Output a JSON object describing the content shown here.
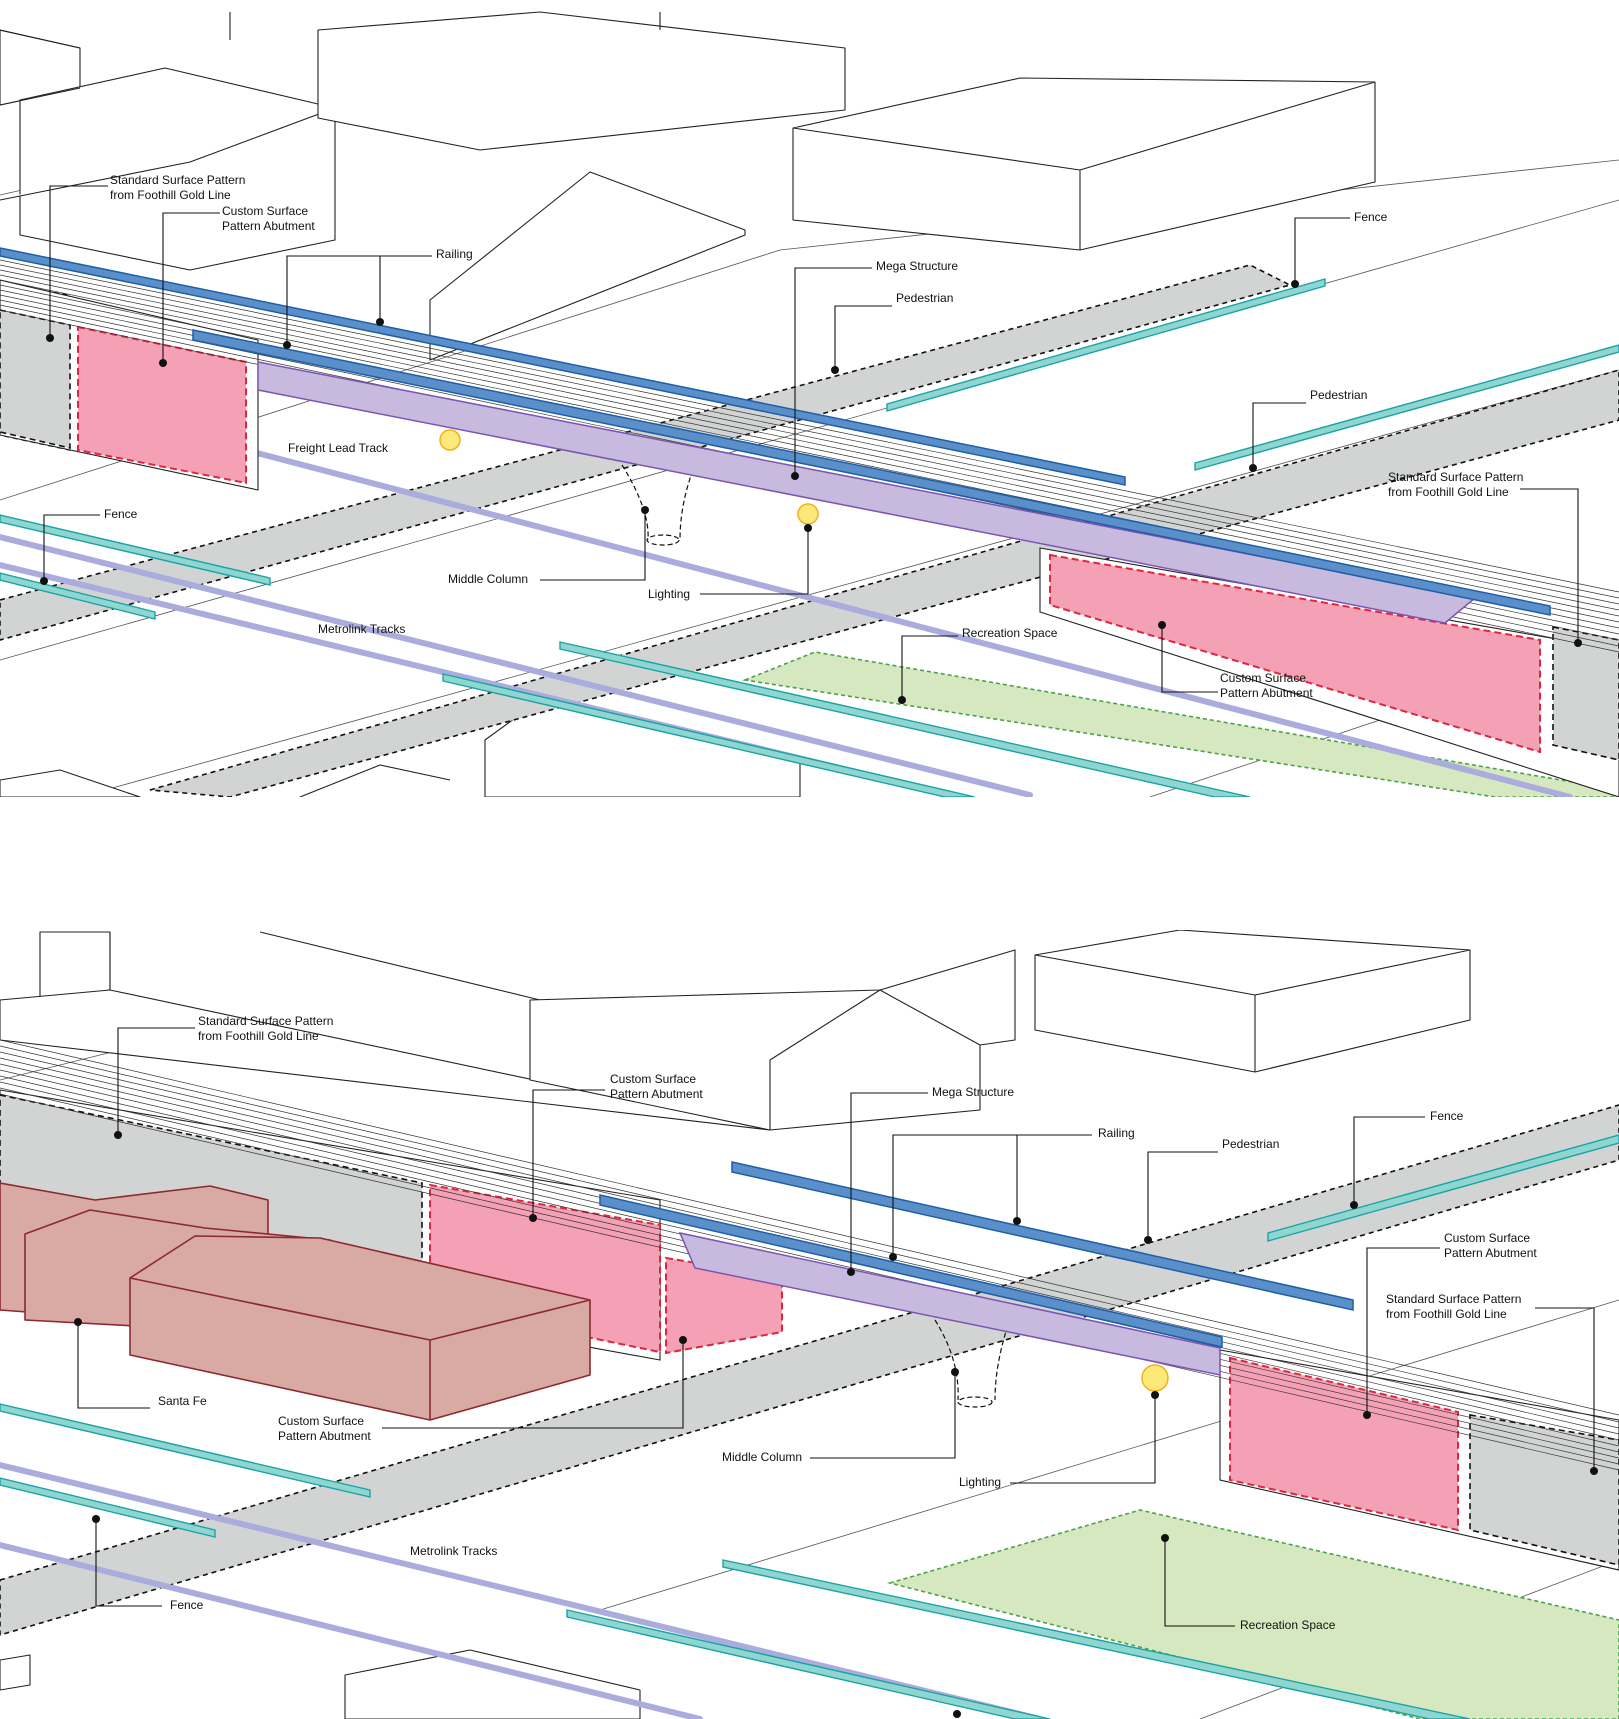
{
  "panel_top": {
    "labels": {
      "standard_surface_left": [
        "Standard Surface Pattern",
        "from Foothill Gold Line"
      ],
      "custom_surface_left": [
        "Custom Surface",
        "Pattern Abutment"
      ],
      "railing": "Railing",
      "mega_structure": "Mega Structure",
      "pedestrian_upper": "Pedestrian",
      "fence_upper": "Fence",
      "pedestrian_right": "Pedestrian",
      "standard_surface_right": [
        "Standard Surface Pattern",
        "from Foothill Gold Line"
      ],
      "freight_lead_track": "Freight Lead Track",
      "fence_left": "Fence",
      "middle_column": "Middle Column",
      "lighting": "Lighting",
      "metrolink_tracks": "Metrolink  Tracks",
      "recreation_space": "Recreation Space",
      "custom_surface_right": [
        "Custom Surface",
        "Pattern Abutment"
      ]
    }
  },
  "panel_bottom": {
    "labels": {
      "standard_surface_left": [
        "Standard Surface Pattern",
        "from Foothill Gold Line"
      ],
      "custom_surface_top": [
        "Custom Surface",
        "Pattern Abutment"
      ],
      "mega_structure": "Mega Structure",
      "railing": "Railing",
      "pedestrian": "Pedestrian",
      "fence_upper": "Fence",
      "custom_surface_right": [
        "Custom Surface",
        "Pattern Abutment"
      ],
      "standard_surface_right": [
        "Standard Surface Pattern",
        "from Foothill Gold Line"
      ],
      "santa_fe": "Santa Fe",
      "custom_surface_bottom": [
        "Custom Surface",
        "Pattern Abutment"
      ],
      "middle_column": "Middle Column",
      "lighting": "Lighting",
      "metrolink_tracks": "Metrolink Tracks",
      "fence_lower": "Fence",
      "recreation_space": "Recreation Space"
    }
  }
}
